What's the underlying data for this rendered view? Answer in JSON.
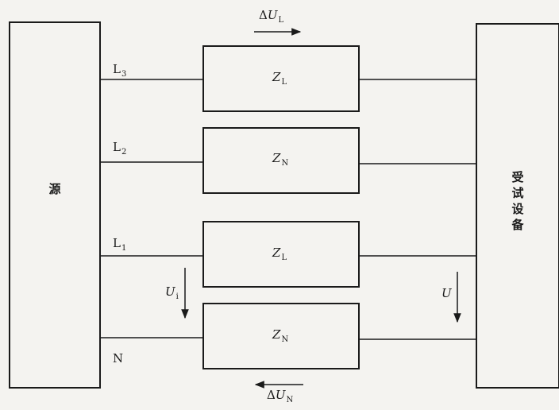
{
  "source": {
    "label": "源"
  },
  "device": {
    "chars": [
      "受",
      "试",
      "设",
      "备"
    ]
  },
  "lines": [
    {
      "name": "L",
      "sub": "3"
    },
    {
      "name": "L",
      "sub": "2"
    },
    {
      "name": "L",
      "sub": "1"
    },
    {
      "name": "N",
      "sub": ""
    }
  ],
  "impedances": [
    {
      "sym": "Z",
      "sub": "L"
    },
    {
      "sym": "Z",
      "sub": "N"
    },
    {
      "sym": "Z",
      "sub": "L"
    },
    {
      "sym": "Z",
      "sub": "N"
    }
  ],
  "voltages": {
    "delta_ul": {
      "prefix": "Δ",
      "sym": "U",
      "sub": "L"
    },
    "delta_un": {
      "prefix": "Δ",
      "sym": "U",
      "sub": "N"
    },
    "ui": {
      "sym": "U",
      "sub": "i"
    },
    "u": {
      "sym": "U",
      "sub": ""
    }
  }
}
